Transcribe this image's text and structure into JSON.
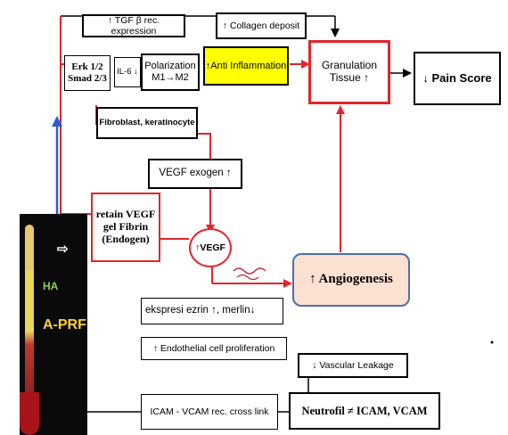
{
  "nodes": {
    "tgf": "↑ TGF β rec. expression",
    "collagen": "↑  Collagen deposit",
    "erk": "Erk 1/2\nSmad 2/3",
    "il6": "IL-6 ↓",
    "polarization": "Polarization\nM1→M2",
    "anti_inflammation": "↑Anti Inflammation",
    "granulation": "Granulation\nTissue ↑",
    "pain": "↓ Pain Score",
    "fibroblast": "Fibroblast, keratinocyte",
    "vegf_exogen": "VEGF exogen ↑",
    "retain_vegf": "retain VEGF\ngel Fibrin\n(Endogen)",
    "vegf_circle": "↑VEGF",
    "angiogenesis": "↑ Angiogenesis",
    "ezrin": "ekspresi ezrin ↑, merlin↓",
    "endothelial": "↑  Endothelial cell proliferation",
    "vascular": "↓ Vascular Leakage",
    "icam_link": "ICAM - VCAM rec. cross link",
    "neutrofil": "Neutrofil ≠  ICAM, VCAM"
  },
  "tube_labels": {
    "ha": "HA",
    "aprf": "A-PRF"
  },
  "colors": {
    "red": "#e0262b",
    "blue": "#2b5bd6",
    "yellow": "#ffff00",
    "angio_fill": "#fbe1d2",
    "angio_border": "#4d6fa8"
  }
}
